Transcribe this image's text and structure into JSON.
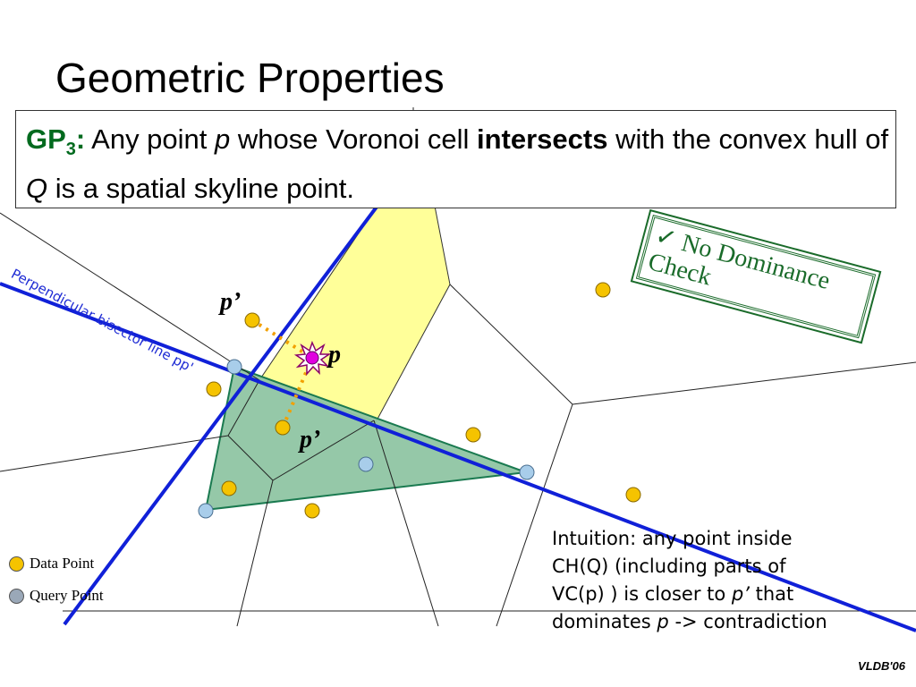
{
  "slide": {
    "title": "Geometric Properties",
    "footer": "VLDB'06"
  },
  "gp_box": {
    "label": "GP",
    "label_sub": "3",
    "label_colon": ":",
    "t1": " Any point ",
    "t2": "p",
    "t3": " whose Voronoi cell ",
    "t4": "intersects",
    "t5": " with the convex hull of ",
    "t6": "Q",
    "t7": " is a spatial skyline point."
  },
  "no_dominance": {
    "check": "✓",
    "text": " No Dominance Check"
  },
  "bisector": {
    "label": "Perpendicular bisector line pp'"
  },
  "point_labels": {
    "p_prime_top": "p’",
    "p": "p",
    "p_prime_bottom": "p’"
  },
  "intuition": {
    "l1": "Intuition: any point inside",
    "l2": "CH(Q) (including parts of",
    "l3a": "VC(p) ) is closer to ",
    "l3b": "p’",
    "l3c": " that",
    "l4a": "dominates ",
    "l4b": "p",
    "l4c": " -> contradiction"
  },
  "legend": {
    "data_point": "Data Point",
    "query_point": "Query Point"
  },
  "colors": {
    "data_point": "#f5c300",
    "query_point": "#a8cdea",
    "voronoi_cell_fill": "#ffff99",
    "hull_fill": "#8fc5a3",
    "blue_line": "#1020d8",
    "green_text": "#006a1e",
    "bisector_text": "#1e2bd4",
    "center_point": "#e000e0",
    "dashed_line": "#f2a000"
  }
}
